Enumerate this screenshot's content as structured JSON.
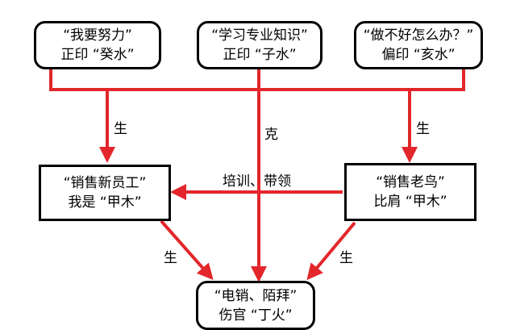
{
  "nodes": {
    "top_left": {
      "line1": "“我要努力”",
      "line2": "正印 “癸水”"
    },
    "top_mid": {
      "line1": "“学习专业知识”",
      "line2": "正印 “子水”"
    },
    "top_right": {
      "line1": "“做不好怎么办？”",
      "line2": "偏印 “亥水”"
    },
    "mid_left": {
      "line1": "“销售新员工”",
      "line2": "我是 “甲木”"
    },
    "mid_right": {
      "line1": "“销售老鸟”",
      "line2": "比肩 “甲木”"
    },
    "bottom": {
      "line1": "“电销、陌拜”",
      "line2": "伤官 “丁火”"
    }
  },
  "edges": {
    "sheng_left": "生",
    "ke_mid": "克",
    "sheng_right": "生",
    "training": "培训、带领",
    "sheng_bottom_left": "生",
    "sheng_bottom_right": "生"
  },
  "colors": {
    "arrow": "#e3262b",
    "border": "#000000"
  }
}
